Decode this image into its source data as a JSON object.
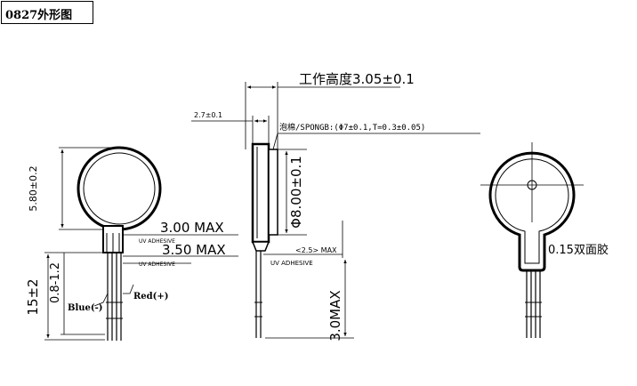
{
  "title": "0827外形图",
  "front_view": {
    "dim_diameter_h": "5.80±0.2",
    "dim_thickness_max": "3.00 MAX",
    "dim_overall_max": "3.50 MAX",
    "dim_lead_length": "15±2",
    "dim_strip_length": "0.8-1.2",
    "label_uv_adhesive_1": "UV ADHESIVE",
    "label_uv_adhesive_2": "UV ADHESIVE",
    "label_blue": "Blue(-)",
    "label_red": "Red(+)"
  },
  "side_view": {
    "dim_working_height": "工作高度3.05±0.1",
    "dim_foam_thickness": "2.7±0.1",
    "label_sponge": "泡棉/SPONGB:(Φ7±0.1,T=0.3±0.05)",
    "dim_diameter": "Φ8.00±0.1",
    "dim_lead_offset": "<2.5> MAX",
    "label_uv_adhesive": "UV ADHESIVE",
    "dim_lead_max": "3.0MAX"
  },
  "back_view": {
    "label_double_tape": "0.15双面胶"
  }
}
